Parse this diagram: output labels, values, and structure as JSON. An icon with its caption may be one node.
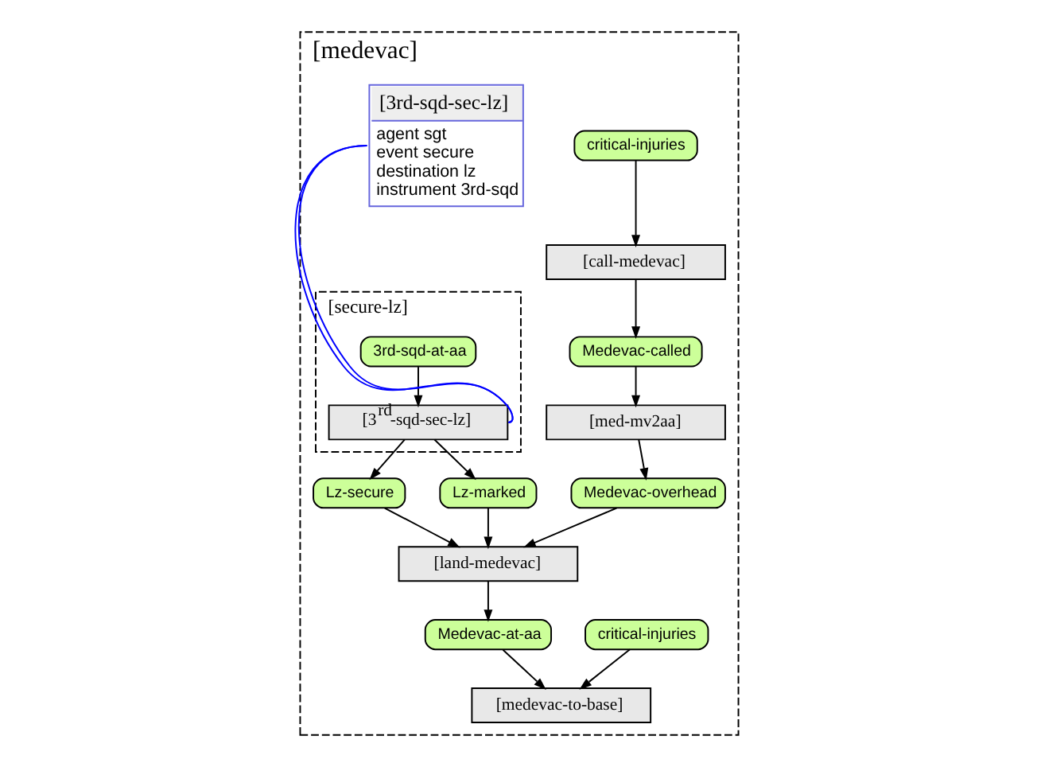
{
  "diagram": {
    "nodes": [
      {
        "text": [
          "[medevac]"
        ]
      },
      {
        "text": [
          "critical-injuries"
        ],
        "in": 0
      },
      {
        "text": [
          "[call-medevac]"
        ],
        "in": 0
      },
      {
        "text": [
          "Medevac-called"
        ],
        "in": 0
      },
      {
        "text": [
          "[med-mv2aa]"
        ],
        "in": 0
      },
      {
        "text": [
          "Medevac-overhead"
        ],
        "in": 0
      },
      {
        "text": [
          "[secure-lz]"
        ],
        "in": 0
      },
      {
        "text": [
          "3rd-sqd-at-aa"
        ],
        "in": 6
      },
      {
        "text": [
          "[3$^{rd}$-sqd-sec-lz]"
        ],
        "in": 6
      },
      {
        "text": [
          "Lz-secure"
        ],
        "in": 0
      },
      {
        "text": [
          "Lz-marked"
        ],
        "in": 0
      },
      {
        "text": [
          "[land-medevac]"
        ],
        "in": 0
      },
      {
        "text": [
          "critical-injuries"
        ],
        "in": 0
      },
      {
        "text": [
          "Medevac-at-aa"
        ],
        "in": 0
      },
      {
        "text": [
          "[medevac-to-base]"
        ],
        "in": 0
      },
      {
        "text": [
          "[3rd-sqd-sec-lz]",
          "agent sgt",
          "event secure",
          "destination lz",
          "instrument 3rd-sqd"
        ],
        "in": 0
      }
    ],
    "edges": [
      {
        "from": 1,
        "to": 2,
        "arrow": "to"
      },
      {
        "from": 2,
        "to": 3,
        "arrow": "to"
      },
      {
        "from": 3,
        "to": 4,
        "arrow": "to"
      },
      {
        "from": 4,
        "to": 5,
        "arrow": "to"
      },
      {
        "from": 7,
        "to": 8,
        "arrow": "to"
      },
      {
        "from": 8,
        "to": 9,
        "arrow": "to"
      },
      {
        "from": 8,
        "to": 10,
        "arrow": "to"
      },
      {
        "from": 5,
        "to": 11,
        "arrow": "to"
      },
      {
        "from": 9,
        "to": 11,
        "arrow": "to"
      },
      {
        "from": 10,
        "to": 11,
        "arrow": "to"
      },
      {
        "from": 11,
        "to": 13,
        "arrow": "to"
      },
      {
        "from": 12,
        "to": 14,
        "arrow": "to"
      },
      {
        "from": 13,
        "to": 14,
        "arrow": "to"
      },
      {
        "from": 15,
        "to": 8,
        "arrow": "none",
        "color": "#0000ff"
      },
      {
        "from": 15,
        "to": 8,
        "arrow": "none",
        "color": "#0000ff"
      }
    ]
  }
}
